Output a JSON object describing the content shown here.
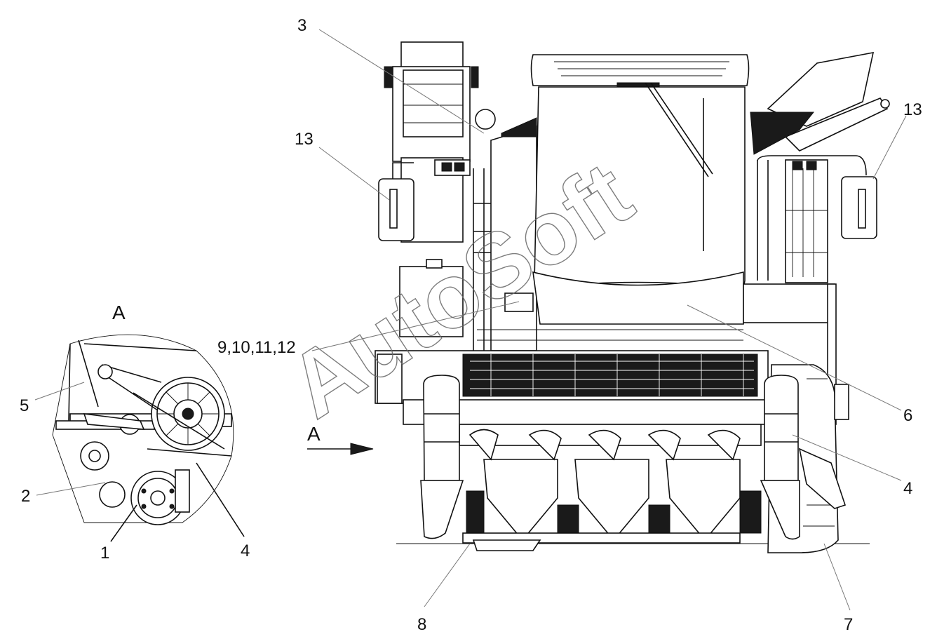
{
  "view": {
    "label": "A",
    "arrow_label": "A"
  },
  "watermark": "AutoSoft",
  "callouts": {
    "c1": "1",
    "c2": "2",
    "c3": "3",
    "c4_detail": "4",
    "c4_main": "4",
    "c5": "5",
    "c6": "6",
    "c7": "7",
    "c8": "8",
    "c9_12": "9,10,11,12",
    "c13_left": "13",
    "c13_right": "13"
  }
}
